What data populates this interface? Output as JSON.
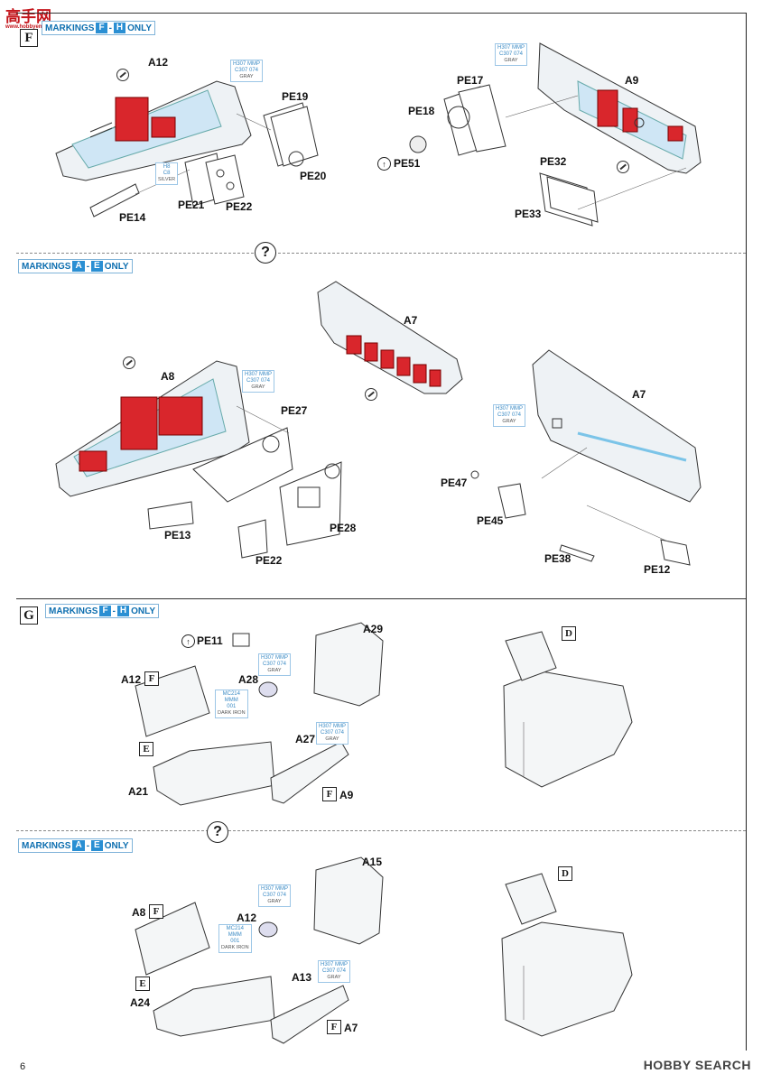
{
  "header": {
    "logo_text": "高手网",
    "logo_sub": "www.hobbyen.com"
  },
  "sections": [
    {
      "step": "F",
      "markings_prefix": "MARKINGS",
      "markings_from": "F",
      "markings_to": "H",
      "markings_suffix": "ONLY"
    },
    {
      "step": "",
      "markings_prefix": "MARKINGS",
      "markings_from": "A",
      "markings_to": "E",
      "markings_suffix": "ONLY",
      "unknown_mark": "?"
    },
    {
      "step": "G",
      "markings_prefix": "MARKINGS",
      "markings_from": "F",
      "markings_to": "H",
      "markings_suffix": "ONLY"
    },
    {
      "step": "",
      "markings_prefix": "MARKINGS",
      "markings_from": "A",
      "markings_to": "E",
      "markings_suffix": "ONLY",
      "unknown_mark": "?"
    }
  ],
  "parts": {
    "s1": [
      "A12",
      "PE19",
      "PE20",
      "PE21",
      "PE22",
      "PE14",
      "PE17",
      "PE18",
      "PE51",
      "A9",
      "PE32",
      "PE33"
    ],
    "s2": [
      "A8",
      "PE27",
      "PE13",
      "PE28",
      "PE22",
      "A7",
      "A7",
      "PE47",
      "PE45",
      "PE38",
      "PE12"
    ],
    "s3": [
      "PE11",
      "A29",
      "A12",
      "A28",
      "E",
      "A27",
      "A21",
      "A9",
      "D",
      "F",
      "F"
    ],
    "s4": [
      "A15",
      "A8",
      "A12",
      "E",
      "A13",
      "A24",
      "A7",
      "D",
      "F",
      "F"
    ]
  },
  "paints": {
    "gray": {
      "h": "H307",
      "m": "MMP",
      "c": "C307",
      "n": "074",
      "name": "GRAY"
    },
    "silver": {
      "h": "H8",
      "c": "C8",
      "name": "SILVER"
    },
    "iron": {
      "h": "MC214",
      "m": "MMM",
      "n": "001",
      "name": "DARK IRON"
    }
  },
  "page_number": "6",
  "footer": "HOBBY SEARCH",
  "colors": {
    "accent_blue": "#2a8fd3",
    "red": "#d9262c",
    "light_blue": "#cfe6f5"
  }
}
